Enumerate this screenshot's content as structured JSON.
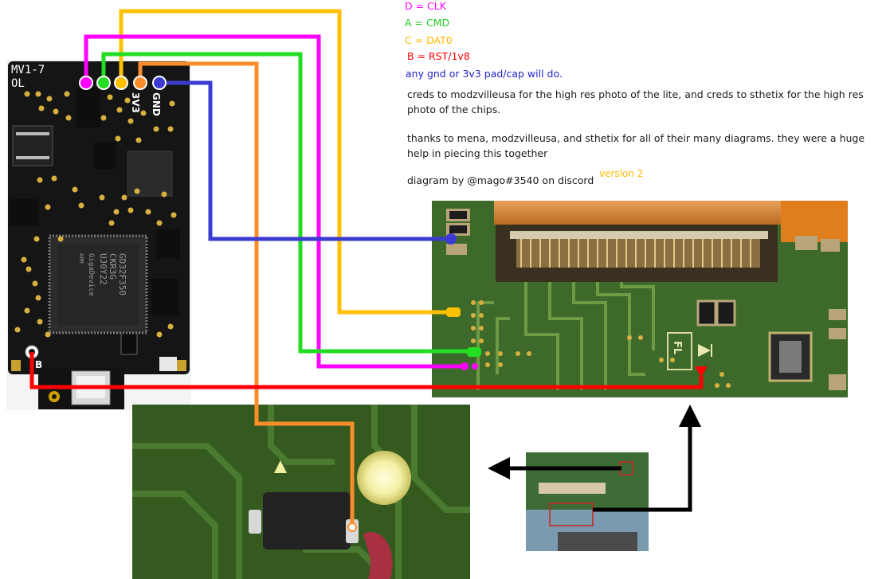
{
  "legend": {
    "clk": "D = CLK",
    "cmd": "A = CMD",
    "dat0": "C = DAT0",
    "rst": "B = RST/1v8",
    "gnd_note": "any gnd or 3v3 pad/cap will do."
  },
  "credits": {
    "photos": "creds to modzvilleusa for the high res photo of the lite, and creds to sthetix for the high res photo of the chips.",
    "thanks": "thanks to mena, modzvilleusa, and sthetix for all of their many diagrams. they were a huge help in piecing this together",
    "author": "diagram by @mago#3540 on discord",
    "version": "version 2"
  },
  "modchip": {
    "model": "MV1-7",
    "side": "OL",
    "pin_3v3": "3V3",
    "pin_gnd": "GND",
    "pad_b": "B",
    "chip_text": [
      "GD32F350",
      "CKR3G",
      "UJ0Y22",
      "GigaDevice",
      "ARM"
    ]
  },
  "board": {
    "silk_fl": "FL"
  },
  "colors": {
    "clk": "#ff00ff",
    "cmd": "#22dd22",
    "dat0": "#ffc000",
    "rst": "#ff0000",
    "v33": "#ff8c2a",
    "gnd": "#3b3bd1"
  }
}
